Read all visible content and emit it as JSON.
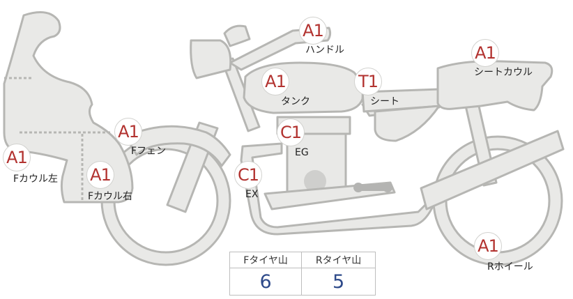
{
  "diagram": {
    "colors": {
      "part_fill": "#e9e9e7",
      "part_stroke": "#b6b6b3",
      "grade_text": "#b2322f",
      "value_text": "#2e4a8a"
    },
    "parts": [
      {
        "id": "handle",
        "grade": "A1",
        "label": "ハンドル"
      },
      {
        "id": "seat-cowl",
        "grade": "A1",
        "label": "シートカウル"
      },
      {
        "id": "tank",
        "grade": "A1",
        "label": "タンク"
      },
      {
        "id": "seat",
        "grade": "T1",
        "label": "シート"
      },
      {
        "id": "engine",
        "grade": "C1",
        "label": "EG"
      },
      {
        "id": "front-fender",
        "grade": "A1",
        "label": "Fフェン"
      },
      {
        "id": "front-cowl-left",
        "grade": "A1",
        "label": "Fカウル左"
      },
      {
        "id": "front-cowl-right",
        "grade": "A1",
        "label": "Fカウル右"
      },
      {
        "id": "exhaust",
        "grade": "C1",
        "label": "EX"
      },
      {
        "id": "rear-wheel",
        "grade": "A1",
        "label": "Rホイール"
      }
    ],
    "tire_tread": {
      "front_label": "Fタイヤ山",
      "front_value": "6",
      "rear_label": "Rタイヤ山",
      "rear_value": "5"
    }
  }
}
